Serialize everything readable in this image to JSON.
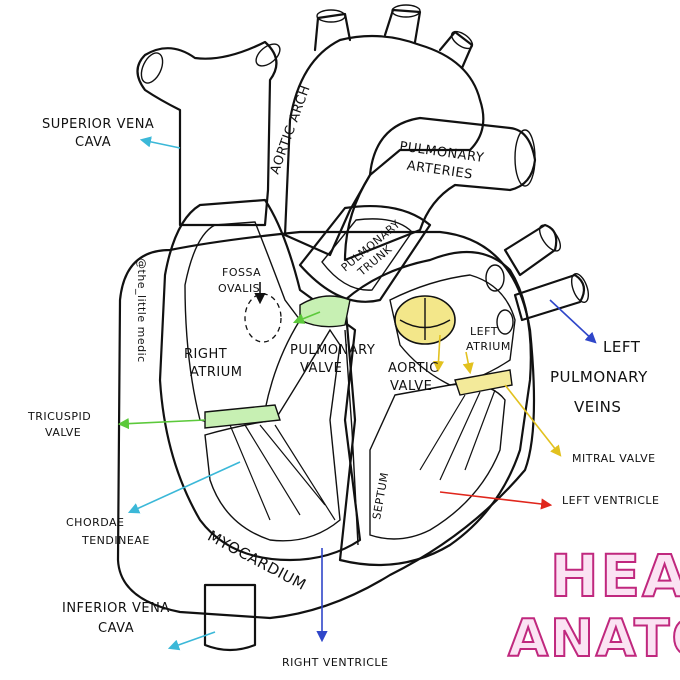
{
  "title": {
    "line1": "HEART",
    "line2": "ANATOMY"
  },
  "credit": "@the_little medic",
  "labels": {
    "superior_vena_cava": [
      "SUPERIOR VENA",
      "CAVA"
    ],
    "aortic_arch": "AORTIC ARCH",
    "pulmonary_arteries": [
      "PULMONARY",
      "ARTERIES"
    ],
    "pulmonary_trunk": [
      "PULMONARY",
      "TRUNK"
    ],
    "fossa_ovalis": [
      "FOSSA",
      "OVALIS"
    ],
    "right_atrium": [
      "RIGHT",
      "ATRIUM"
    ],
    "pulmonary_valve": [
      "PULMONARY",
      "VALVE"
    ],
    "aortic_valve": [
      "AORTIC",
      "VALVE"
    ],
    "left_atrium": [
      "LEFT",
      "ATRIUM"
    ],
    "left_pulmonary_veins": [
      "LEFT",
      "PULMONARY",
      "VEINS"
    ],
    "tricuspid_valve": [
      "TRICUSPID",
      "VALVE"
    ],
    "mitral_valve": "MITRAL VALVE",
    "chordae_tendineae": [
      "CHORDAE",
      "TENDINEAE"
    ],
    "left_ventricle": "LEFT VENTRICLE",
    "septum": "SEPTUM",
    "myocardium": "MYOCARDIUM",
    "inferior_vena_cava": [
      "INFERIOR VENA",
      "CAVA"
    ],
    "right_ventricle": "RIGHT VENTRICLE"
  },
  "colors": {
    "vena_cava": "#7fd9ec",
    "aorta": "#e8456b",
    "pulmonary": "#b243d6",
    "myocardium": "#e0508f",
    "pulmonary_veins": "#2f46c9",
    "valve_green": "#8ee06a",
    "valve_yellow": "#efe25c",
    "arrow_red": "#e0261c",
    "title_stroke": "#c0287e"
  }
}
